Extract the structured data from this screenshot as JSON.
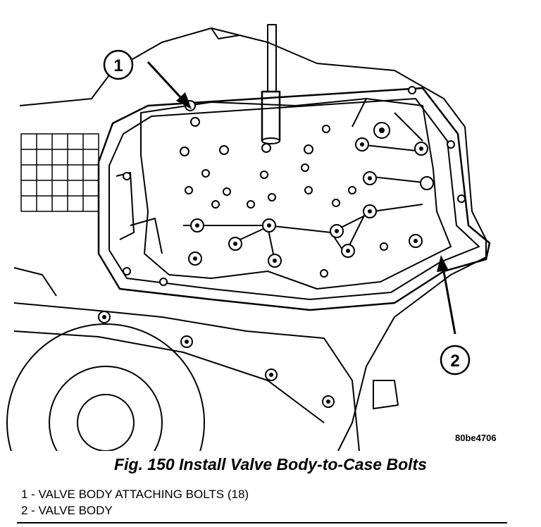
{
  "figure": {
    "image_id": "80be4706",
    "caption": "Fig. 150 Install Valve Body-to-Case Bolts"
  },
  "callouts": [
    {
      "number": "1"
    },
    {
      "number": "2"
    }
  ],
  "legend": [
    {
      "text": "1 - VALVE BODY ATTACHING BOLTS (18)"
    },
    {
      "text": "2 - VALVE BODY"
    }
  ]
}
